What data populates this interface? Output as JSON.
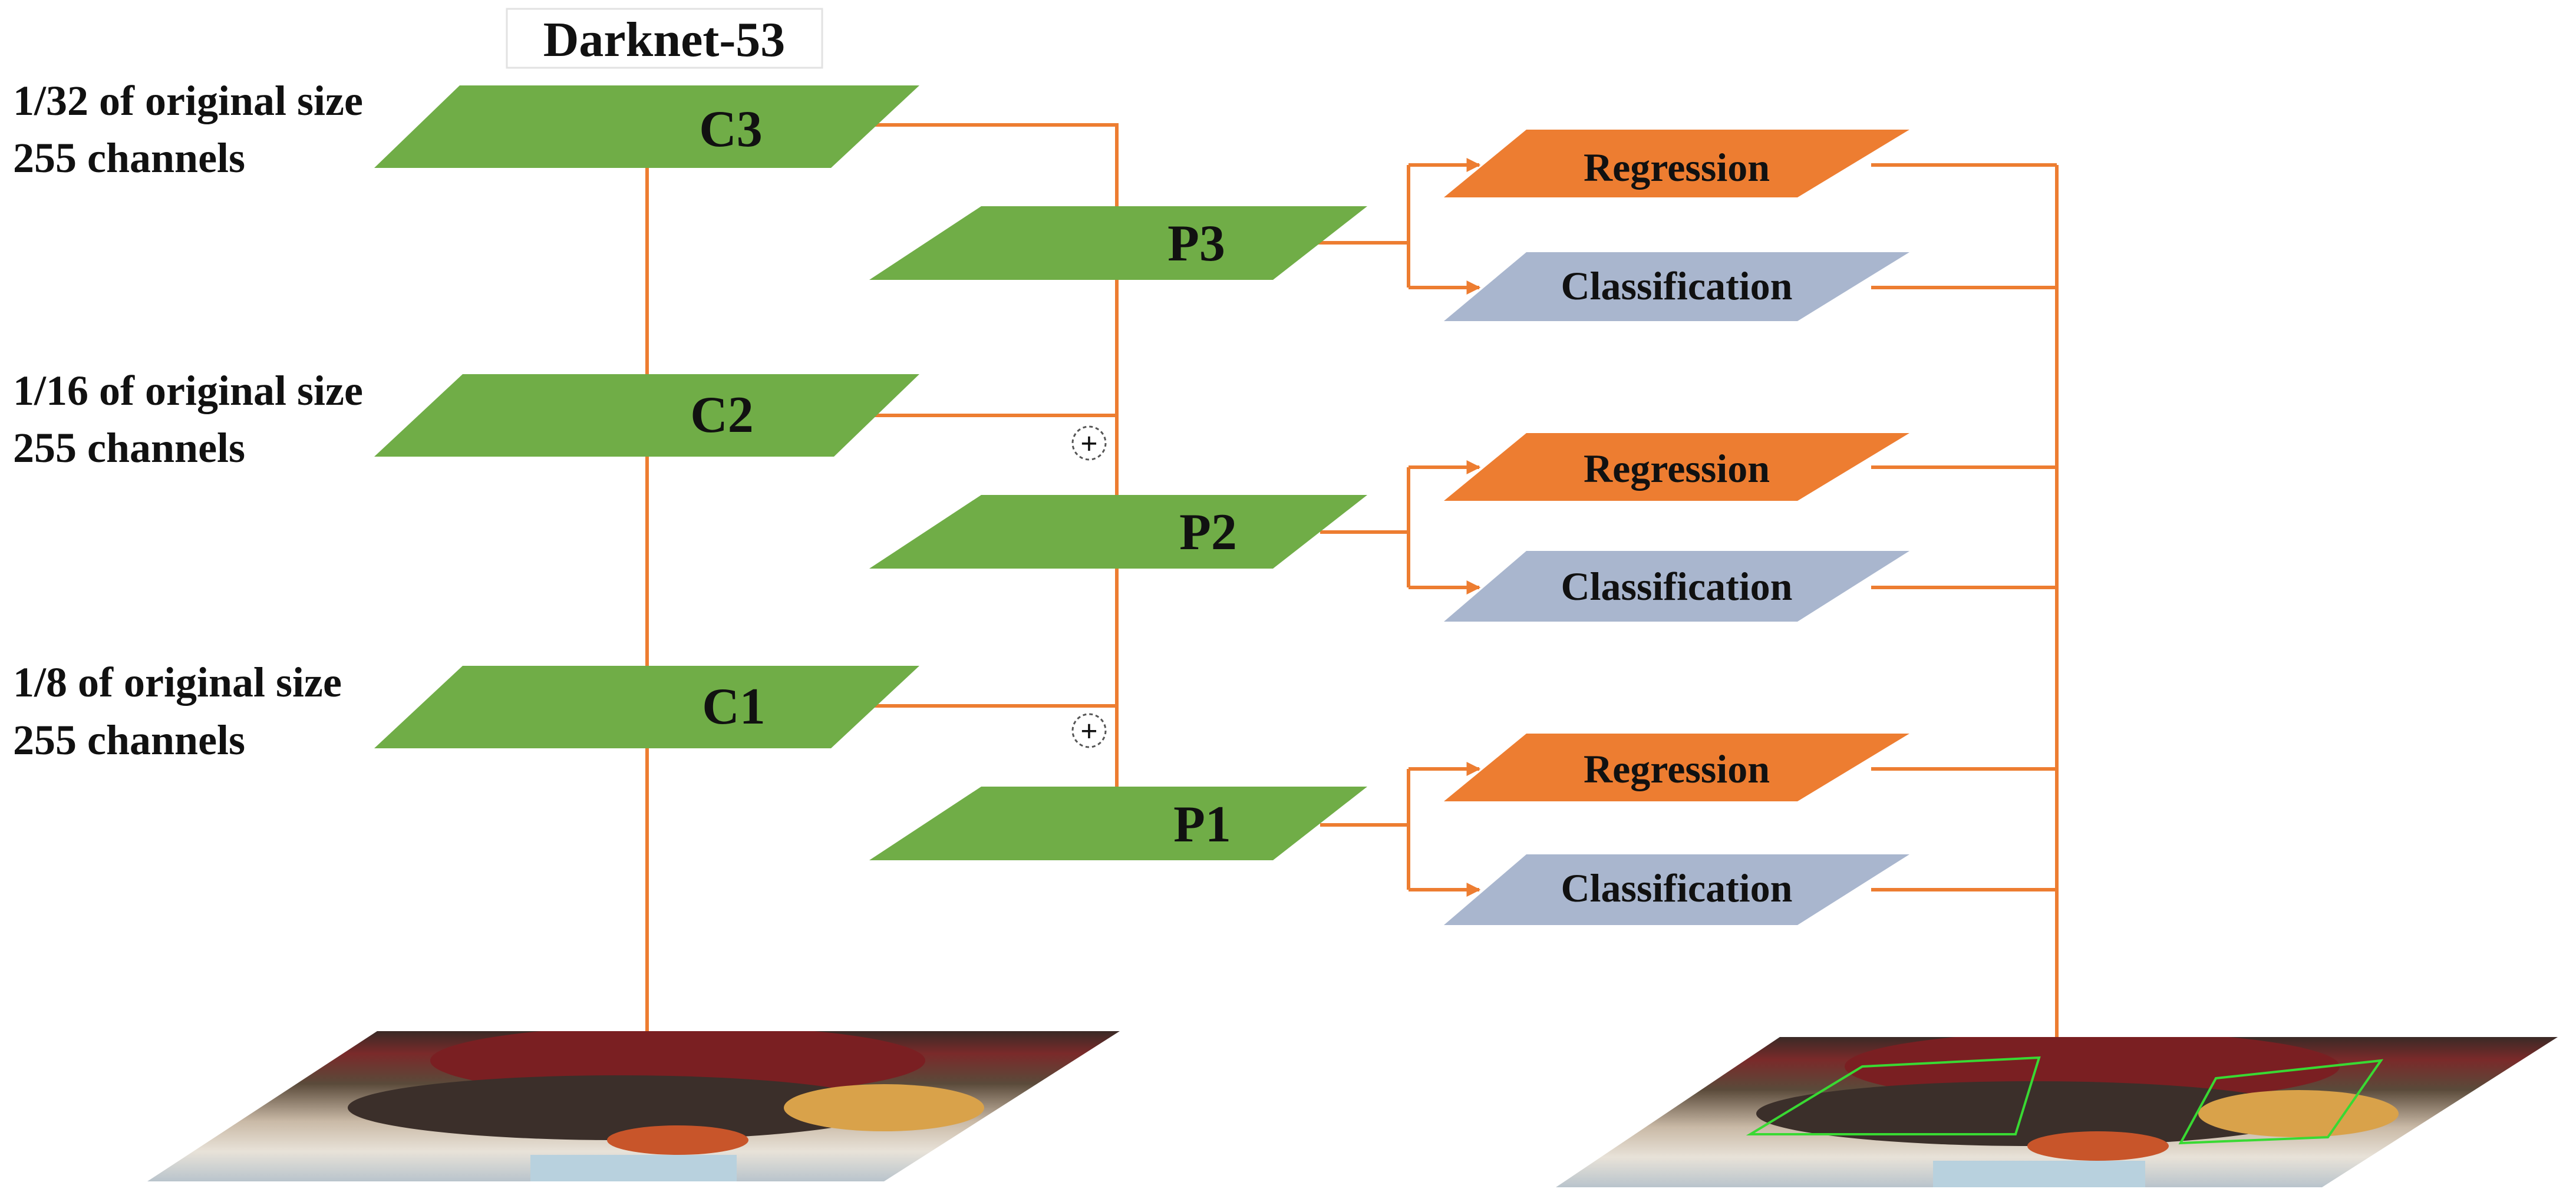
{
  "title": "Darknet-53",
  "colors": {
    "backbone": "#70AD47",
    "regression": "#ED7D31",
    "classification": "#A9B6CE",
    "connector": "#ED7D31"
  },
  "scales": [
    {
      "size": "1/32 of original size",
      "channels": "255 channels"
    },
    {
      "size": "1/16 of original size",
      "channels": "255 channels"
    },
    {
      "size": "1/8 of original size",
      "channels": "255 channels"
    }
  ],
  "backbone": {
    "c3": "C3",
    "c2": "C2",
    "c1": "C1"
  },
  "fpn": {
    "p3": "P3",
    "p2": "P2",
    "p1": "P1"
  },
  "fusion_symbol": "+",
  "heads": [
    {
      "regression": "Regression",
      "classification": "Classification"
    },
    {
      "regression": "Regression",
      "classification": "Classification"
    },
    {
      "regression": "Regression",
      "classification": "Classification"
    }
  ],
  "images": [
    {
      "name": "input-image"
    },
    {
      "name": "output-detection-image"
    }
  ]
}
